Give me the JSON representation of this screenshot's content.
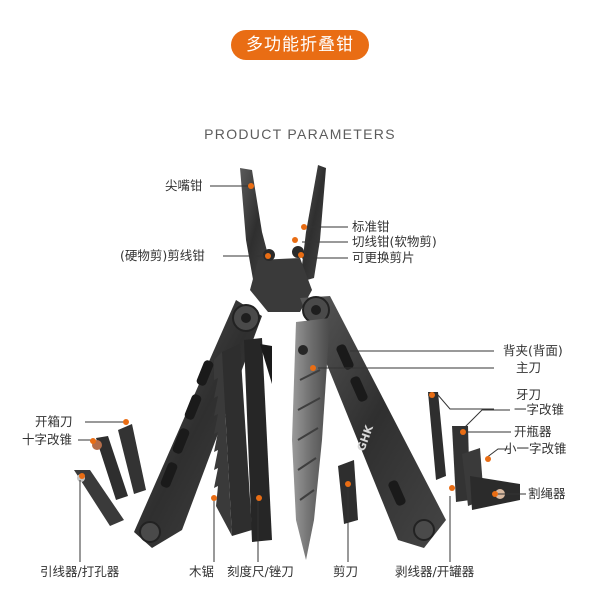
{
  "header": {
    "badge_text": "多功能折叠钳",
    "subtitle": "PRODUCT PARAMETERS"
  },
  "product": {
    "blade_brand_text": "GHK"
  },
  "labels": {
    "needle_nose": "尖嘴钳",
    "standard_pliers": "标准钳",
    "soft_wire_cutter": "切线钳(软物剪)",
    "replaceable_blade": "可更换剪片",
    "hard_wire_cutter": "(硬物剪)剪线钳",
    "back_clip": "背夹(背面)",
    "main_knife": "主刀",
    "saw_tooth_knife": "牙刀",
    "flat_screwdriver": "一字改锥",
    "bottle_opener": "开瓶器",
    "small_flat_screwdriver": "小一字改锥",
    "rope_cutter": "割绳器",
    "box_opener": "开箱刀",
    "cross_screwdriver": "十字改锥",
    "wire_guide_punch": "引线器/打孔器",
    "wood_saw": "木锯",
    "ruler_file": "刻度尺/锉刀",
    "scissors": "剪刀",
    "wire_stripper_can_opener": "剥线器/开罐器"
  },
  "colors": {
    "accent": "#e96d14",
    "leader_line": "#333333",
    "tool_body": "#3b3b3b"
  }
}
